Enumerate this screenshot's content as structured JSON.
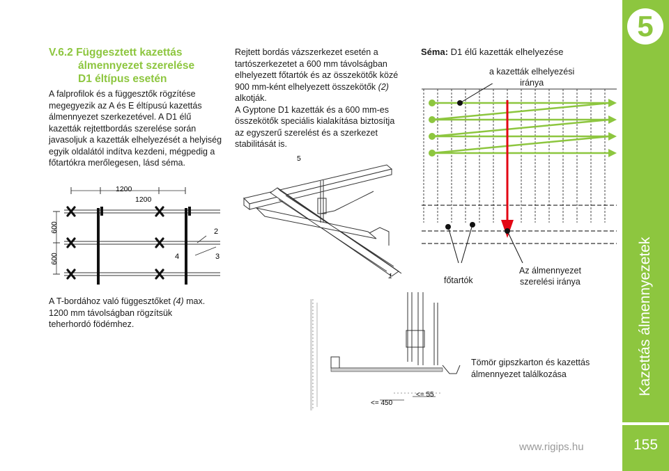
{
  "sidebar": {
    "chapter_number": "5",
    "section_title": "Kazettás álmennyezetek",
    "page_number": "155"
  },
  "footer": {
    "url": "www.rigips.hu"
  },
  "heading": {
    "line1": "V.6.2 Függesztett kazettás",
    "line2": "álmennyezet szerelése",
    "line3": "D1 éltípus esetén"
  },
  "intro_paragraph": "A falprofilok és a függesztők rögzítése megegyezik az A és E éltípusú kazettás álmennyezet szerkezetével. A D1 élű kazetták rejtettbordás szerelése során javasoljuk a kazetták elhelyezését a helyiség egyik oldalától indítva kezdeni, mégpedig a főtartókra merőlegesen, lásd séma.",
  "middle_paragraph": {
    "p1_before": "Rejtett bordás vázszerkezet esetén a tartószerkezetet a 600 mm távolságban elhelyezett főtartók és az összekötők közé 900 mm-ként elhelyezett összekötők ",
    "p1_italic": "(2)",
    "p1_after": " alkotják.",
    "p2": "A Gyptone D1 kazetták és a 600 mm-es összekötők speciális kialakítása biztosítja az egyszerű szerelést és a szerkezet stabilitását is."
  },
  "grid_diagram": {
    "dim_top1": "1200",
    "dim_top2": "1200",
    "dim_side1": "600",
    "dim_side2": "600",
    "callout_2": "2",
    "callout_3": "3",
    "callout_4": "4"
  },
  "caption_left": {
    "before": "A T-bordához való függesztőket ",
    "italic": "(4)",
    "after": " max. 1200 mm távolságban rögzítsük teherhordó födémhez."
  },
  "iso_diagram": {
    "callout_5": "5",
    "callout_1": "1"
  },
  "section_diagram": {
    "dim_450": "<= 450",
    "dim_55": "<= 55"
  },
  "schema": {
    "title_bold": "Séma:",
    "title_rest": " D1 élű kazetták elhelyezése",
    "placement_label_l1": "a kazetták elhelyezési",
    "placement_label_l2": "iránya",
    "main_rail_label": "főtartók",
    "install_label_l1": "Az álmennyezet",
    "install_label_l2": "szerelési iránya",
    "arrow_color": "#8dc63f",
    "install_arrow_color": "#e30613"
  },
  "junction_caption": {
    "line1": "Tömör gipszkarton és kazettás",
    "line2": "álmennyezet találkozása"
  },
  "colors": {
    "brand_green": "#8dc63f",
    "accent_red": "#e30613"
  }
}
